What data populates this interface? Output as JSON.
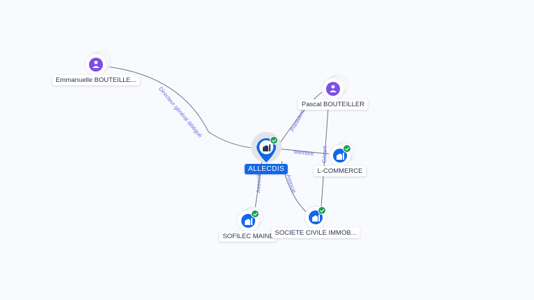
{
  "nodes": {
    "emmanuelle": {
      "label": "Emmanuelle BOUTEILLE...",
      "type": "person"
    },
    "pascal": {
      "label": "Pascal BOUTEILLER",
      "type": "person"
    },
    "allecdis": {
      "label": "ALLECDIS",
      "type": "company-main"
    },
    "lcommerce": {
      "label": "L-COMMERCE",
      "type": "company"
    },
    "sofilec": {
      "label": "SOFILEC MAINE",
      "type": "company"
    },
    "sci": {
      "label": "SOCIETE CIVILE IMMOB...",
      "type": "company"
    }
  },
  "edges": {
    "dgd": "Directeur général délégué",
    "president": "Président",
    "membre": "Membre",
    "gerant": "Gérant",
    "associe1": "Associé",
    "associe2": "Associé"
  },
  "colors": {
    "person": "#7b4fe8",
    "company": "#1368e8",
    "check": "#1e9e57"
  }
}
